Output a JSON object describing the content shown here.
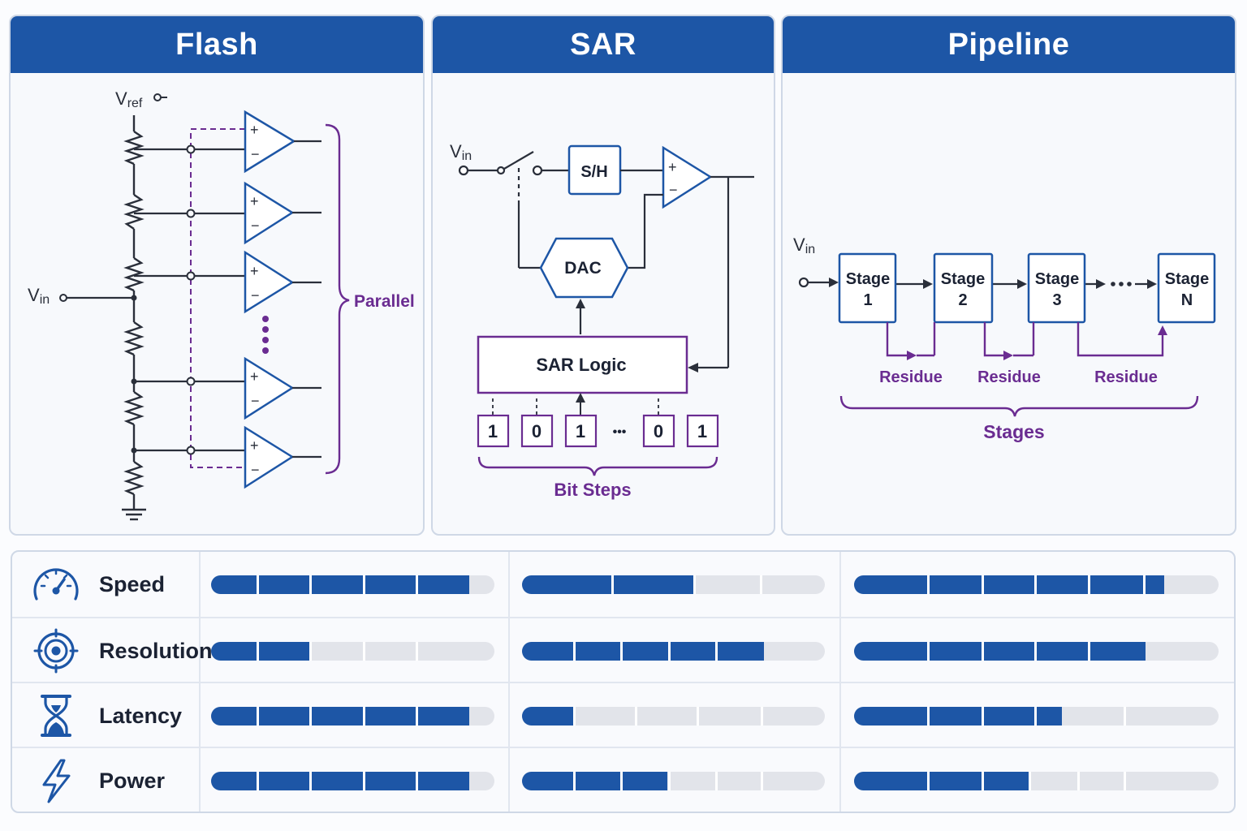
{
  "panels": {
    "flash": {
      "title": "Flash",
      "vref_main": "V",
      "vref_sub": "ref",
      "vin_main": "V",
      "vin_sub": "in",
      "parallel_label": "Parallel"
    },
    "sar": {
      "title": "SAR",
      "vin_main": "V",
      "vin_sub": "in",
      "sh_label": "S/H",
      "dac_label": "DAC",
      "logic_label": "SAR Logic",
      "bits": [
        "1",
        "0",
        "1",
        "0",
        "1"
      ],
      "bits_ellipsis": "•••",
      "bit_steps_label": "Bit Steps"
    },
    "pipeline": {
      "title": "Pipeline",
      "vin_main": "V",
      "vin_sub": "in",
      "stages": [
        {
          "line1": "Stage",
          "line2": "1"
        },
        {
          "line1": "Stage",
          "line2": "2"
        },
        {
          "line1": "Stage",
          "line2": "3"
        },
        {
          "line1": "Stage",
          "line2": "N"
        }
      ],
      "residue_labels": [
        "Residue",
        "Residue",
        "Residue"
      ],
      "stages_label": "Stages"
    }
  },
  "metrics": [
    {
      "label": "Speed",
      "icon": "speedometer-icon",
      "flash": 0.91,
      "sar": 0.57,
      "pipeline": 0.85
    },
    {
      "label": "Resolution",
      "icon": "target-icon",
      "flash": 0.35,
      "sar": 0.8,
      "pipeline": 0.8
    },
    {
      "label": "Latency",
      "icon": "hourglass-icon",
      "flash": 0.91,
      "sar": 0.17,
      "pipeline": 0.57
    },
    {
      "label": "Power",
      "icon": "lightning-icon",
      "flash": 0.91,
      "sar": 0.48,
      "pipeline": 0.48
    }
  ],
  "colors": {
    "header": "#1d56a6",
    "accent_purple": "#6a2c91",
    "bar_fill": "#1d56a6",
    "bar_track": "#e2e4ea"
  }
}
